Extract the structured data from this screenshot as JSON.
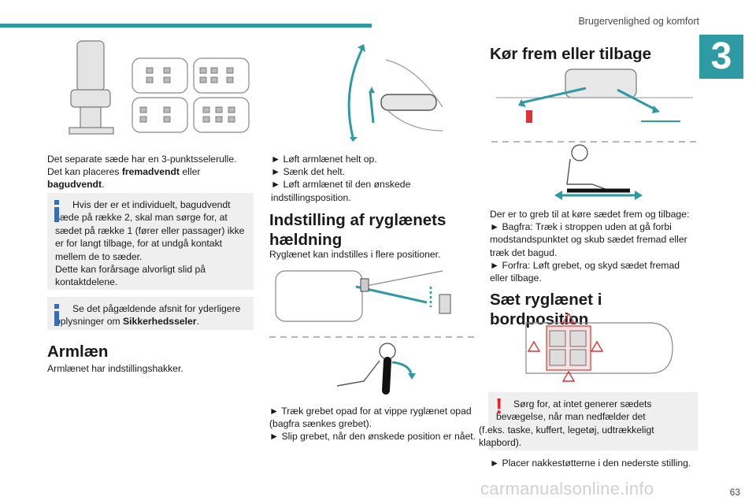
{
  "header": {
    "section": "Brugervenlighed og komfort",
    "chapter": "3"
  },
  "col1": {
    "intro_lines": [
      "Det separate sæde har en 3-punktsselerulle.",
      "Det kan placeres ",
      "fremadvendt",
      " eller",
      "bagudvendt",
      "."
    ],
    "note1": "Hvis der er et individuelt, bagudvendt sæde på række 2, skal man sørge for, at sædet på række 1 (fører eller passager) ikke er for langt tilbage, for at undgå kontakt mellem de to sæder.",
    "note1_b": "Dette kan forårsage alvorligt slid på kontaktdelene.",
    "note2_pre": "Se det pågældende afsnit for yderligere oplysninger om ",
    "note2_bold": "Sikkerhedsseler",
    "note2_post": ".",
    "armrest_title": "Armlæn",
    "armrest_text": "Armlænet har indstillingshakker."
  },
  "col2": {
    "steps": [
      "► Løft armlænet helt op.",
      "► Sænk det helt.",
      "► Løft armlænet til den ønskede",
      "indstillingsposition."
    ],
    "title_l1": "Indstilling af ryglænets",
    "title_l2": "hældning",
    "intro": "Ryglænet kan indstilles i flere positioner.",
    "steps2": [
      "► Træk grebet opad for at vippe ryglænet opad",
      "(bagfra sænkes grebet).",
      "► Slip grebet, når den ønskede position er nået."
    ]
  },
  "col3": {
    "title1": "Kør frem eller tilbage",
    "text1": [
      "Der er to greb til at køre sædet frem og tilbage:",
      "► Bagfra: Træk i stroppen uden at gå forbi",
      "modstandspunktet og skub sædet fremad eller",
      "træk det bagud.",
      "► Forfra: Løft grebet, og skyd sædet fremad",
      "eller tilbage."
    ],
    "title2": "Sæt ryglænet i bordposition",
    "warn": [
      "Sørg for, at intet generer sædets",
      "bevægelse, når man nedfælder det",
      "(f.eks. taske, kuffert, legetøj, udtrækkeligt",
      "klapbord)."
    ],
    "last": "► Placer nakkestøtterne i den nederste stilling."
  },
  "footer": {
    "page": "63"
  },
  "watermark": "carmanualsonline.info",
  "colors": {
    "accent": "#2e9aa4",
    "info": "#2e6fc2",
    "warning": "#e3242b"
  }
}
